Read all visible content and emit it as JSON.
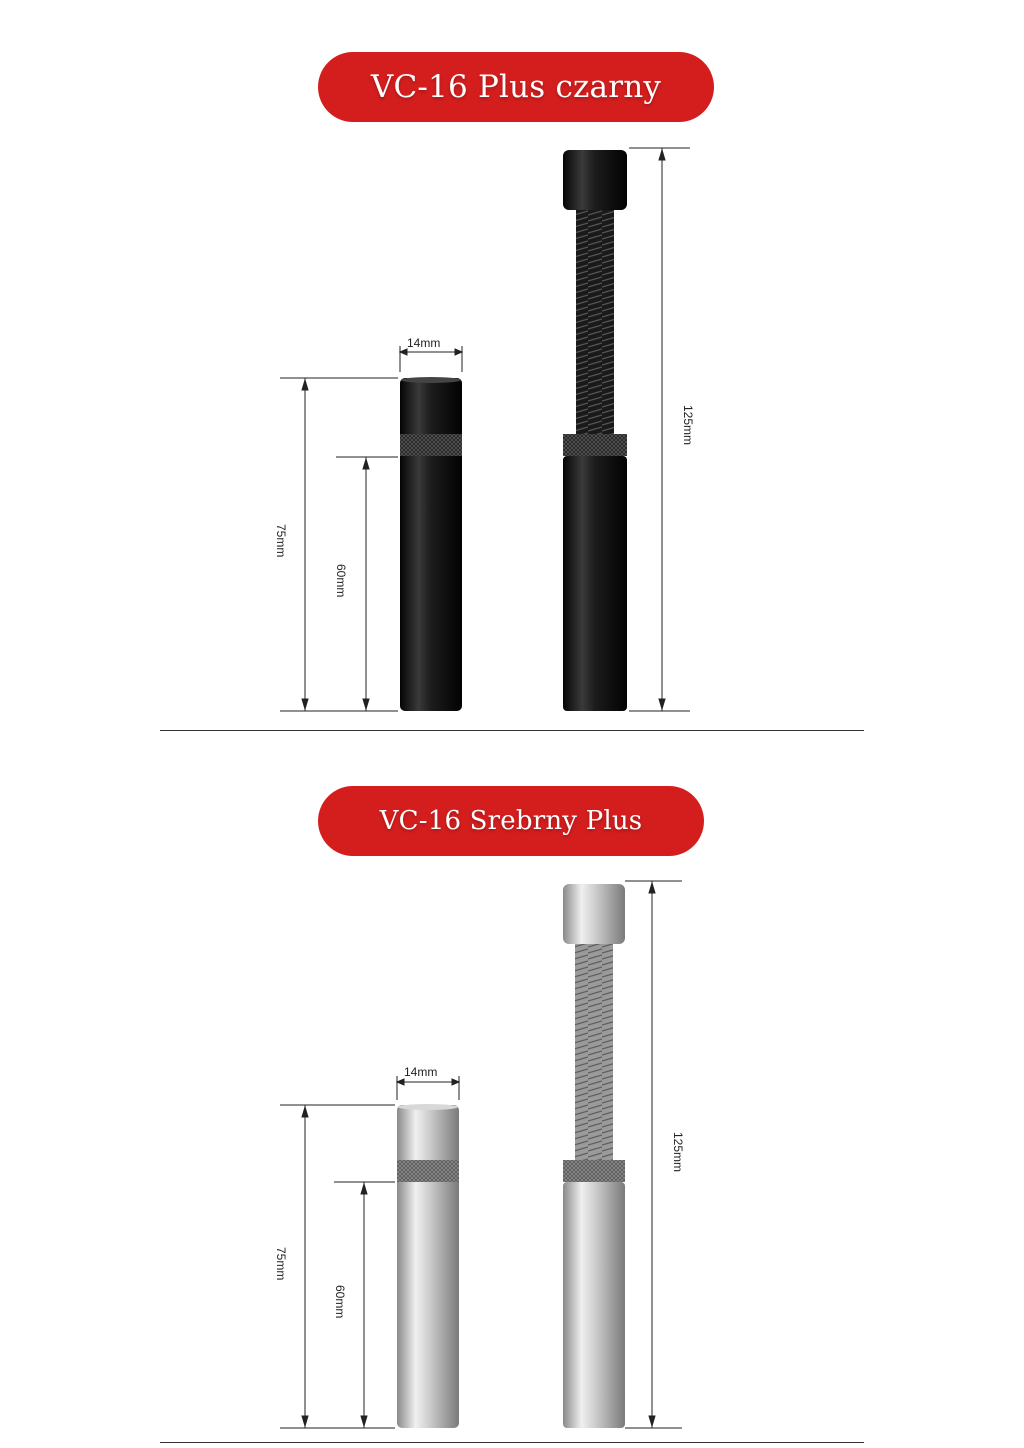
{
  "products": [
    {
      "title": "VC-16 Plus czarny",
      "dimensions": {
        "diameter": "14mm",
        "short_total": "75mm",
        "short_body": "60mm",
        "extended_total": "125mm"
      },
      "colors": {
        "body_dark": "#0a0a0a",
        "body_mid": "#2a2a2a",
        "body_light": "#4a4a4a",
        "knurl": "#1a1a1a"
      }
    },
    {
      "title": "VC-16 Srebrny Plus",
      "dimensions": {
        "diameter": "14mm",
        "short_total": "75mm",
        "short_body": "60mm",
        "extended_total": "125mm"
      },
      "colors": {
        "body_dark": "#7e7e7e",
        "body_mid": "#c4c4c4",
        "body_light": "#ececec",
        "knurl": "#6b6b6b"
      }
    }
  ],
  "accent_color": "#d41e1e"
}
